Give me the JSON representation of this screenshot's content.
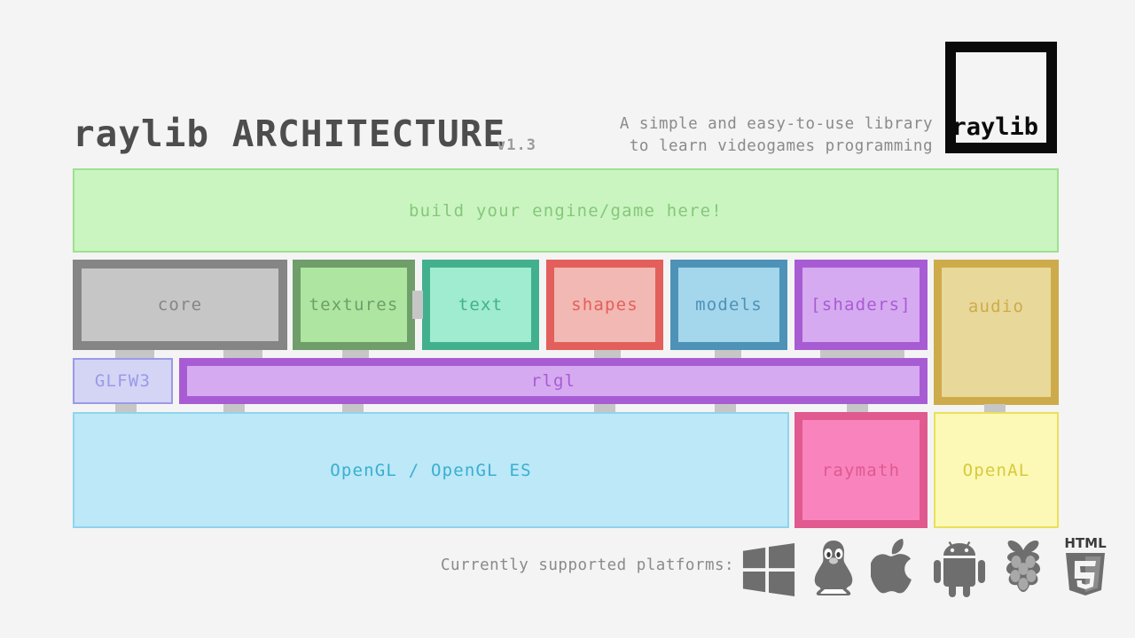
{
  "header": {
    "title_prefix": "raylib",
    "title_main": " ARCHITECTURE",
    "version": "v1.3",
    "tagline_line1": "A simple and easy-to-use library",
    "tagline_line2": "to learn videogames programming",
    "logo_text": "raylib"
  },
  "diagram": {
    "user_band": {
      "label": "build your engine/game here!",
      "fill": "#caf5c1",
      "border": "#9fe08f",
      "text_color": "#86c77a"
    },
    "modules": [
      {
        "label": "core",
        "fill": "#c6c6c6",
        "border": "#858585",
        "text_color": "#858585"
      },
      {
        "label": "textures",
        "fill": "#aee5a0",
        "border": "#6f9e6a",
        "text_color": "#6f9e6a"
      },
      {
        "label": "text",
        "fill": "#9fecd0",
        "border": "#43b08d",
        "text_color": "#43b08d"
      },
      {
        "label": "shapes",
        "fill": "#f2b8b3",
        "border": "#e35f5b",
        "text_color": "#e35f5b"
      },
      {
        "label": "models",
        "fill": "#a4d6ec",
        "border": "#4e92b7",
        "text_color": "#4e92b7"
      },
      {
        "label": "[shaders]",
        "fill": "#d6aaf0",
        "border": "#a85cd4",
        "text_color": "#a85cd4"
      },
      {
        "label": "audio",
        "fill": "#e8d89a",
        "border": "#ceab4a",
        "text_color": "#ceab4a"
      }
    ],
    "middle": [
      {
        "label": "GLFW3",
        "fill": "#d4d4f5",
        "border": "#9a9ae8",
        "text_color": "#9a9ae8"
      },
      {
        "label": "rlgl",
        "fill": "#d6aaf0",
        "border": "#a85cd4",
        "text_color": "#a85cd4"
      }
    ],
    "bottom": [
      {
        "label": "OpenGL / OpenGL ES",
        "fill": "#bce8f7",
        "border": "#8fd4ec",
        "text_color": "#3aaed1"
      },
      {
        "label": "raymath",
        "fill": "#f984bd",
        "border": "#e0598f",
        "text_color": "#e0598f"
      },
      {
        "label": "OpenAL",
        "fill": "#fbf9b5",
        "border": "#ecdf5c",
        "text_color": "#d9c93f"
      }
    ]
  },
  "footer": {
    "label": "Currently supported platforms:",
    "platforms": [
      "windows-icon",
      "linux-tux-icon",
      "apple-icon",
      "android-icon",
      "raspberry-pi-icon",
      "html5-icon"
    ]
  },
  "colors": {
    "background": "#f4f4f4",
    "connector": "#c6c6c6",
    "ink": "#4d4d4d",
    "muted": "#8a8a8a"
  }
}
